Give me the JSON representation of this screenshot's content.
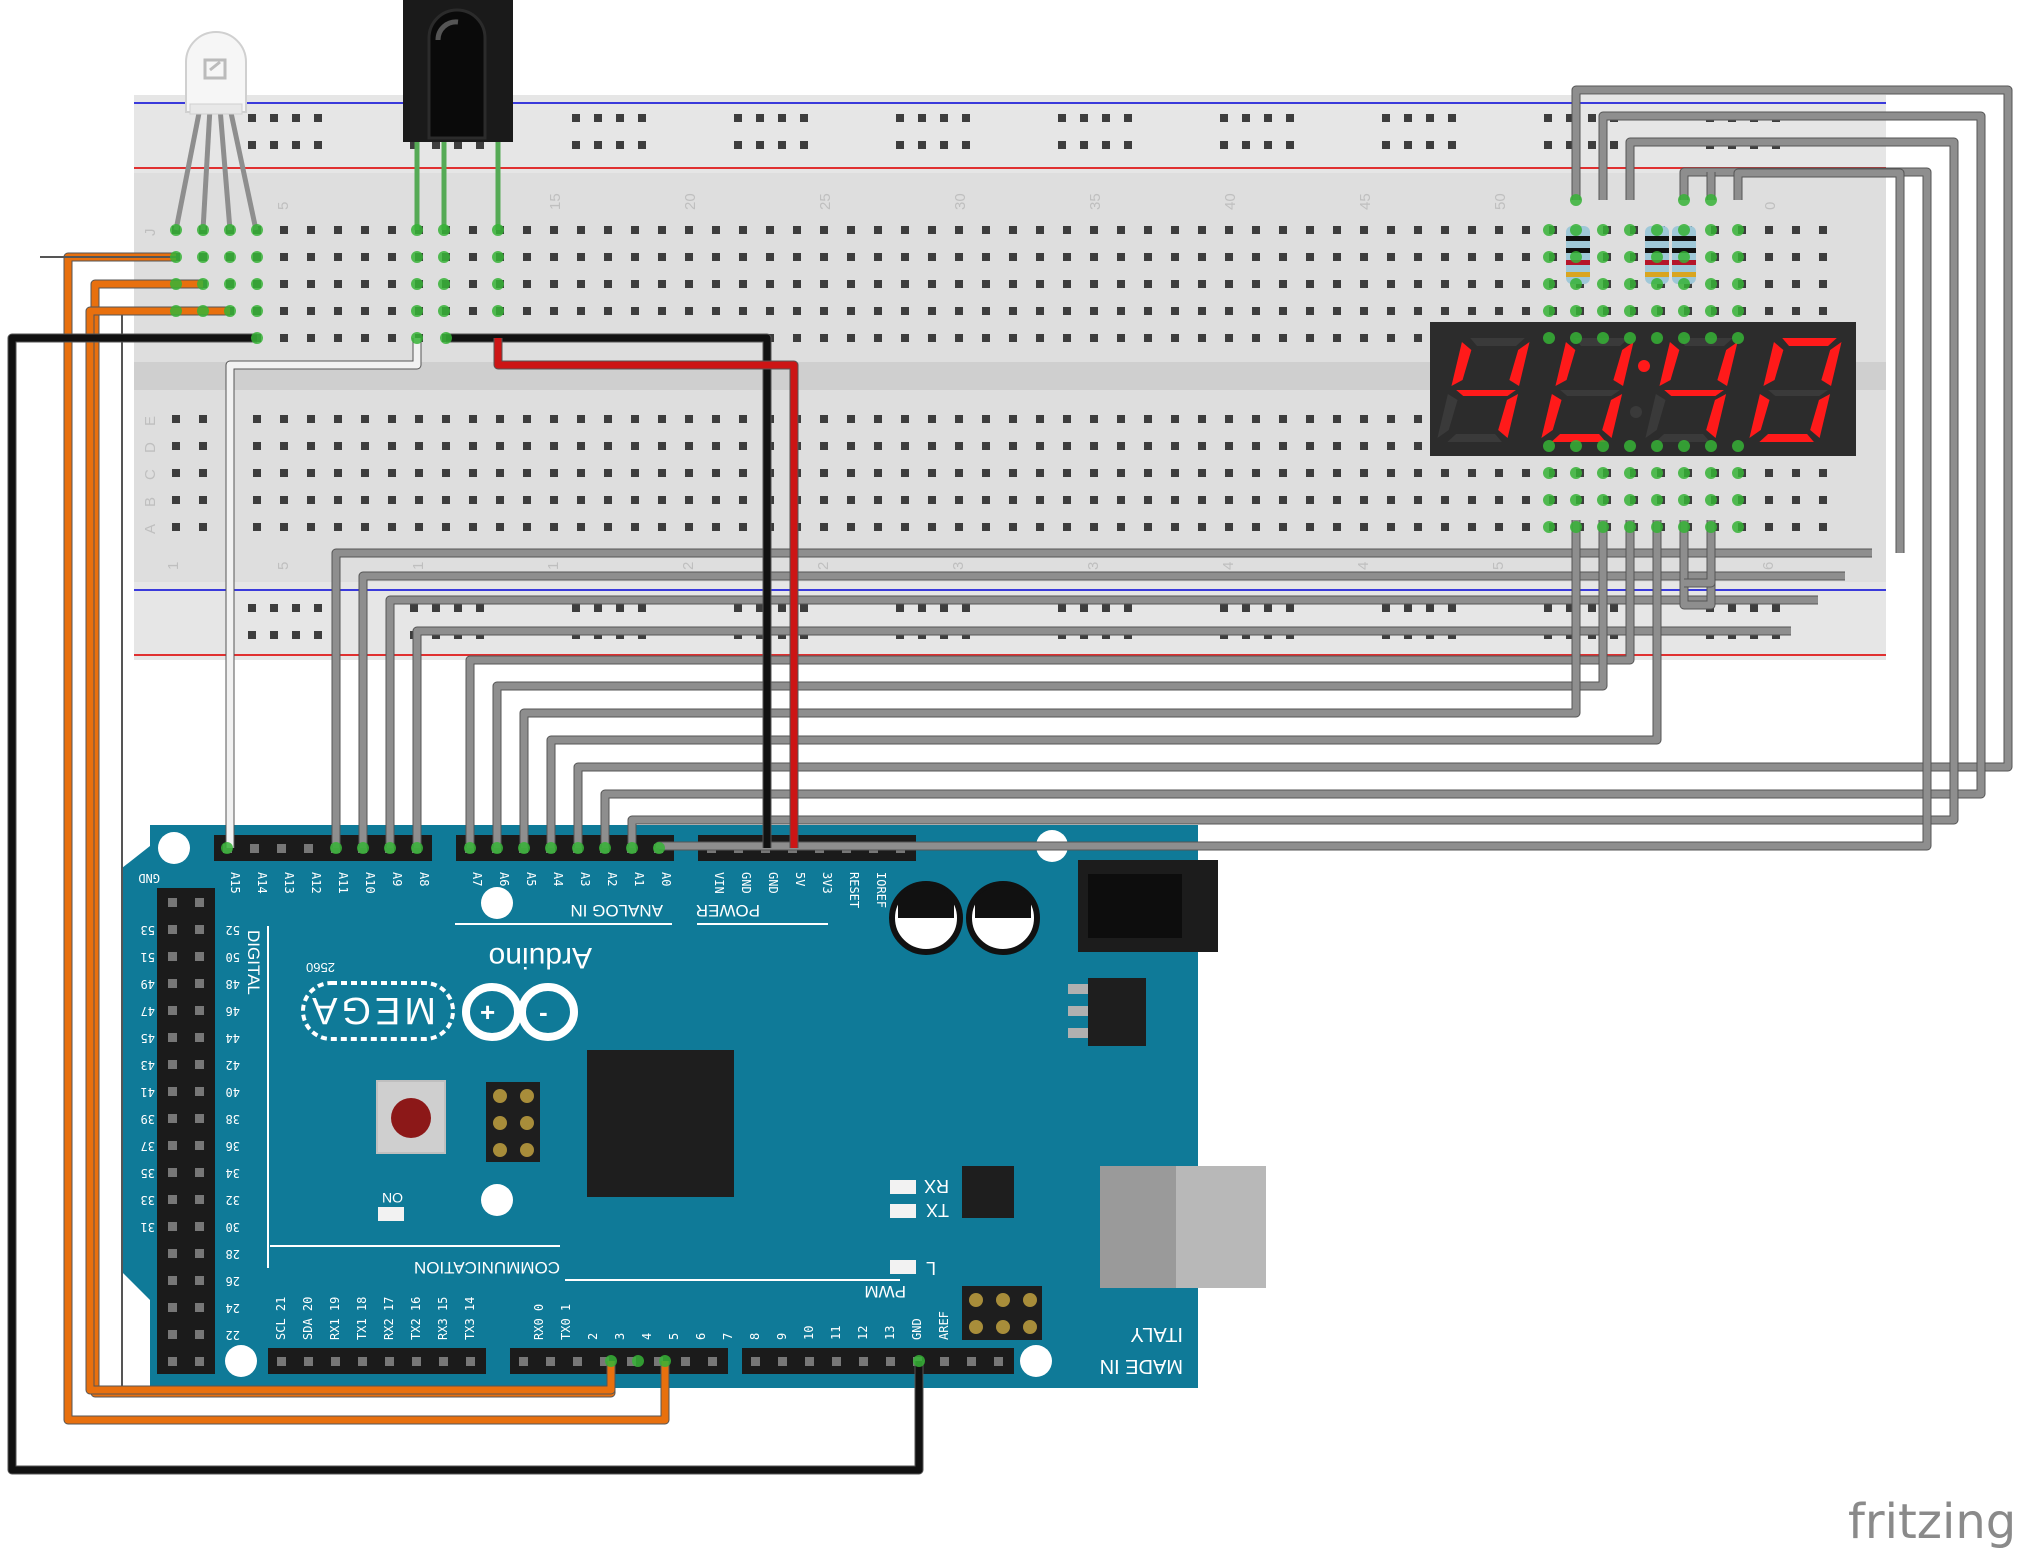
{
  "colors": {
    "breadboard": "#dedede",
    "board": "#0f7a98",
    "wire_gray": "#8e8e8e",
    "wire_orange": "#e8700e",
    "wire_black": "#111111",
    "wire_red": "#cc1515",
    "wire_white": "#f2f2f2",
    "segment_on": "#ff1a1a",
    "rail_red": "#e03030",
    "rail_blue": "#3a3adb"
  },
  "icons": {
    "led": "rgb-led-icon",
    "ir": "ir-receiver-icon",
    "display": "seven-segment-display-icon",
    "logo": "arduino-infinity-logo-icon"
  },
  "breadboard": {
    "top_numbers": [
      "5",
      "15",
      "20",
      "25",
      "30",
      "35",
      "40",
      "45",
      "50",
      "0"
    ],
    "bottom_numbers": [
      "1",
      "5",
      "1",
      "1",
      "2",
      "2",
      "3",
      "3",
      "4",
      "4",
      "5",
      "6"
    ],
    "row_letters_top": [
      "J"
    ],
    "row_letters_bottom": [
      "E",
      "D",
      "C",
      "B",
      "A"
    ]
  },
  "display": {
    "digits": [
      "4",
      "U",
      "4",
      "0"
    ]
  },
  "board": {
    "brand": "Arduino",
    "model": "MEGA",
    "model_sub": "2560",
    "section_analog": "ANALOG IN",
    "section_power": "POWER",
    "section_digital": "DIGITAL",
    "section_comm": "COMMUNICATION",
    "pwm": "PWM",
    "made_in": "MADE IN",
    "italy": "ITALY",
    "on_label": "ON",
    "rx_label": "RX",
    "tx_label": "TX",
    "l_label": "L",
    "gnd_label": "GND",
    "aref_label": "AREF",
    "analog_pins": [
      "A15",
      "A14",
      "A13",
      "A12",
      "A11",
      "A10",
      "A9",
      "A8",
      "A7",
      "A6",
      "A5",
      "A4",
      "A3",
      "A2",
      "A1",
      "A0"
    ],
    "power_pins": [
      "VIN",
      "GND",
      "GND",
      "5V",
      "3V3",
      "RESET",
      "IOREF"
    ],
    "pwm_pins": [
      "AREF",
      "GND",
      "13",
      "12",
      "11",
      "10",
      "9",
      "8",
      "7",
      "6",
      "5",
      "4",
      "3",
      "2",
      "TX0 1",
      "RX0 0"
    ],
    "comm_pins": [
      "TX3 14",
      "RX3 15",
      "TX2 16",
      "RX2 17",
      "TX1 18",
      "RX1 19",
      "SDA 20",
      "SCL 21"
    ],
    "digital_left": [
      "53",
      "51",
      "49",
      "47",
      "45",
      "43",
      "41",
      "39",
      "37",
      "35",
      "33",
      "31"
    ],
    "digital_right": [
      "52",
      "50",
      "48",
      "46",
      "44",
      "42",
      "40",
      "38",
      "36",
      "34",
      "32",
      "30",
      "28",
      "26",
      "24",
      "22"
    ],
    "corner_label": "A5"
  },
  "watermark": "fritzing"
}
